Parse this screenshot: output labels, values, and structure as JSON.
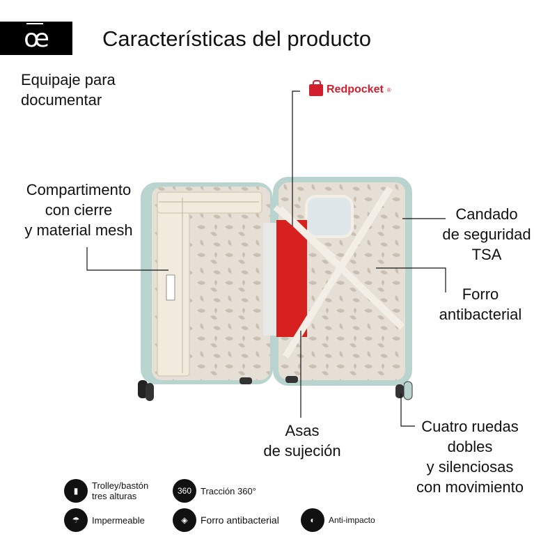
{
  "header": {
    "logo_text": "œ",
    "title": "Características del producto"
  },
  "brand": {
    "name": "Redpocket",
    "reg": "®",
    "color": "#d21f2e"
  },
  "labels": {
    "equipaje": [
      "Equipaje para",
      "documentar"
    ],
    "compartimento": [
      "Compartimento",
      "con cierre",
      "y material mesh"
    ],
    "candado": [
      "Candado",
      "de seguridad",
      "TSA"
    ],
    "forro": [
      "Forro",
      "antibacterial"
    ],
    "asas": [
      "Asas",
      "de sujeción"
    ],
    "ruedas": [
      "Cuatro ruedas",
      "dobles",
      "y silenciosas",
      "con movimiento"
    ]
  },
  "features": [
    {
      "icon": "trolley-icon",
      "lines": [
        "Trolley/bastón",
        "tres alturas"
      ]
    },
    {
      "icon": "rotation-360-icon",
      "label": "Tracción 360°"
    },
    {
      "icon": "umbrella-icon",
      "label": "Impermeable"
    },
    {
      "icon": "shield-lining-icon",
      "label": "Forro antibacterial"
    },
    {
      "icon": "impact-icon",
      "label": "Anti-impacto"
    }
  ],
  "colors": {
    "shell": "#b9d3ce",
    "lining": "#e6dfd6",
    "pattern": "#c9bfb3",
    "strap": "#f3efe6"
  }
}
